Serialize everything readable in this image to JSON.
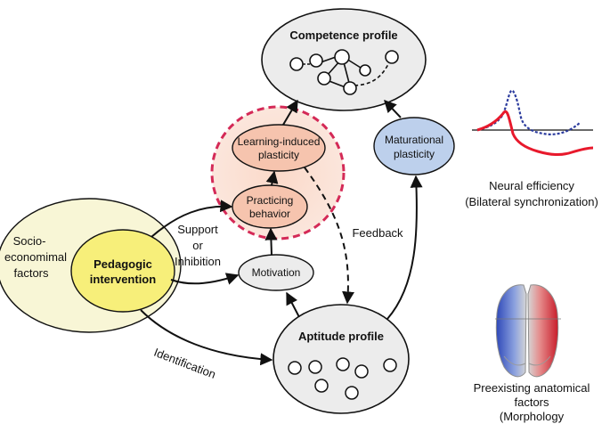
{
  "nodes": {
    "competence": {
      "title": "Competence profile"
    },
    "learning": {
      "line1": "Learning-induced",
      "line2": "plasticity"
    },
    "practicing": {
      "line1": "Practicing",
      "line2": "behavior"
    },
    "maturational": {
      "line1": "Maturational",
      "line2": "plasticity"
    },
    "socio": {
      "line1": "Socio-",
      "line2": "economimal",
      "line3": "factors"
    },
    "pedagogic": {
      "line1": "Pedagogic",
      "line2": "intervention"
    },
    "motivation": {
      "label": "Motivation"
    },
    "aptitude": {
      "title": "Aptitude profile"
    }
  },
  "edge_labels": {
    "support": {
      "line1": "Support",
      "line2": "or",
      "line3": "Inhibition"
    },
    "feedback": "Feedback",
    "identification": "Identification"
  },
  "side_panels": {
    "neural": {
      "line1": "Neural efficiency",
      "line2": "(Bilateral synchronization)"
    },
    "anatomical": {
      "line1": "Preexisting anatomical",
      "line2": "factors",
      "line3": "(Morphology"
    }
  },
  "colors": {
    "gray_fill": "#ececec",
    "yellow_outer": "#f8f6d6",
    "yellow_inner": "#f7ef7a",
    "salmon": "#f6c4ae",
    "blue": "#bdd0ec",
    "red_dash": "#d42a57",
    "wave_red": "#e8192c",
    "wave_blue": "#2c3c9e"
  }
}
